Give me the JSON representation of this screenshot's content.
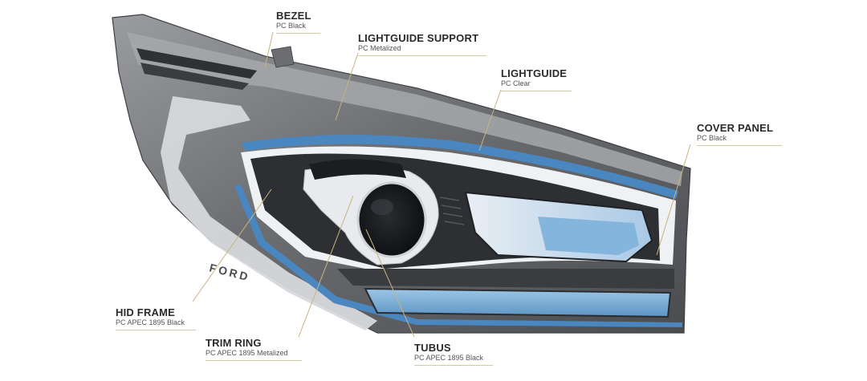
{
  "diagram": {
    "callouts": [
      {
        "id": "bezel",
        "title": "BEZEL",
        "material": "PC Black"
      },
      {
        "id": "lightguide-support",
        "title": "LIGHTGUIDE SUPPORT",
        "material": "PC Metalized"
      },
      {
        "id": "lightguide",
        "title": "LIGHTGUIDE",
        "material": "PC Clear"
      },
      {
        "id": "cover-panel",
        "title": "COVER PANEL",
        "material": "PC Black"
      },
      {
        "id": "hid-frame",
        "title": "HID FRAME",
        "material": "PC APEC 1895 Black"
      },
      {
        "id": "trim-ring",
        "title": "TRIM RING",
        "material": "PC APEC 1895 Metalized"
      },
      {
        "id": "tubus",
        "title": "TUBUS",
        "material": "PC APEC 1895 Black"
      }
    ],
    "emboss_text": "FORD",
    "colors": {
      "housing_dark": "#5d5f63",
      "housing_mid": "#8a8c90",
      "lightguide_blue": "#4a86bf",
      "lens_blue": "#7fb3d9",
      "white_trim": "#f2f3f5",
      "leader_line": "#c9b47e"
    }
  }
}
